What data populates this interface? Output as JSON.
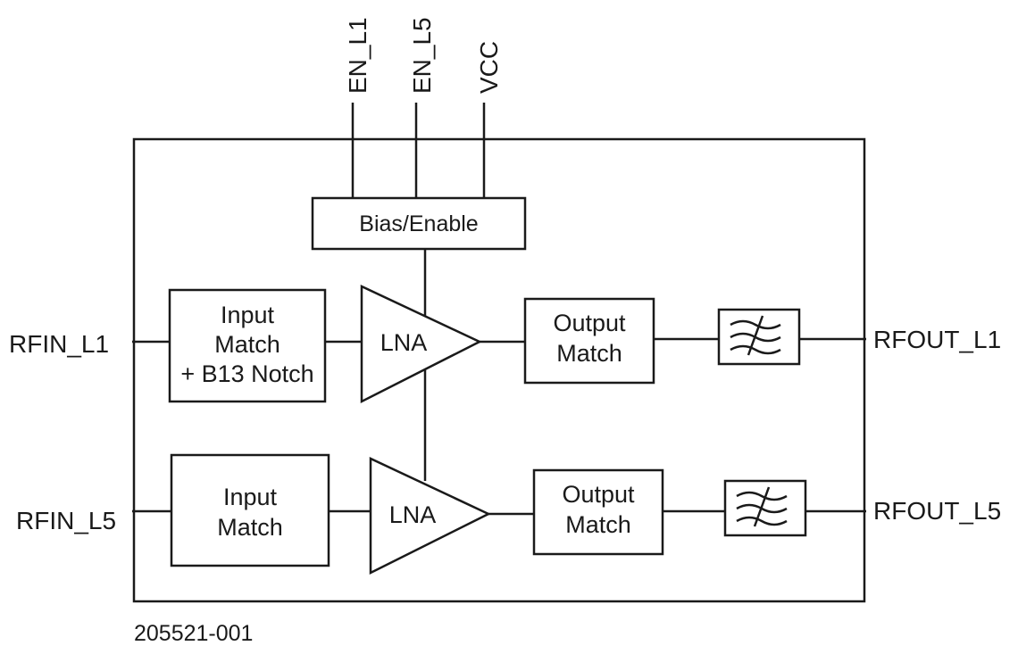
{
  "pins": {
    "en_l1": "EN_L1",
    "en_l5": "EN_L5",
    "vcc": "VCC",
    "rfin_l1": "RFIN_L1",
    "rfin_l5": "RFIN_L5",
    "rfout_l1": "RFOUT_L1",
    "rfout_l5": "RFOUT_L5"
  },
  "blocks": {
    "bias": "Bias/Enable",
    "input_match_l1": [
      "Input",
      "Match",
      "+ B13 Notch"
    ],
    "input_match_l5": [
      "Input",
      "Match"
    ],
    "lna": "LNA",
    "output_match": [
      "Output",
      "Match"
    ]
  },
  "figure_id": "205521-001"
}
